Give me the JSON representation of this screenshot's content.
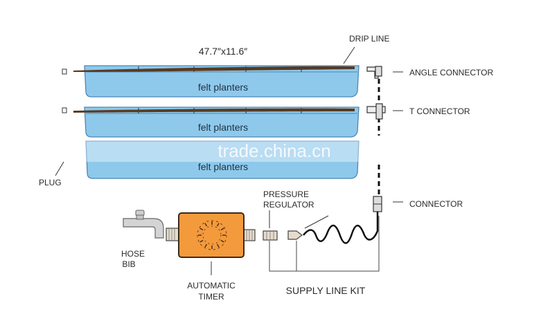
{
  "dimensions": "47.7″x11.6″",
  "planters": [
    {
      "label": "felt planters"
    },
    {
      "label": "felt planters"
    },
    {
      "label": "felt planters"
    }
  ],
  "labels": {
    "drip_line": "DRIP LINE",
    "angle_connector": "ANGLE CONNECTOR",
    "t_connector": "T CONNECTOR",
    "connector": "CONNECTOR",
    "plug": "PLUG",
    "pressure_regulator_line1": "PRESSURE",
    "pressure_regulator_line2": "REGULATOR",
    "hose_bib_line1": "HOSE",
    "hose_bib_line2": "BIB",
    "automatic_timer_line1": "AUTOMATIC",
    "automatic_timer_line2": "TIMER",
    "supply_line_kit": "SUPPLY LINE KIT"
  },
  "watermark": "trade.china.cn",
  "colors": {
    "planter_fill": "#8ec9ec",
    "planter_stroke": "#4a86b4",
    "drip_line": "#5a3a20",
    "timer_orange": "#f39a3c",
    "ink": "#222222"
  }
}
